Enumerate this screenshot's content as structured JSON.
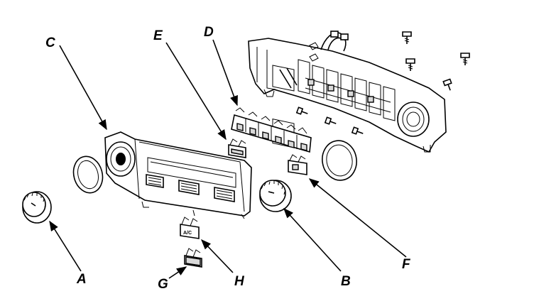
{
  "callouts": {
    "a": "A",
    "b": "B",
    "c": "C",
    "d": "D",
    "e": "E",
    "f": "F",
    "g": "G",
    "h": "H"
  },
  "button_labels": {
    "ac": "A/C"
  }
}
